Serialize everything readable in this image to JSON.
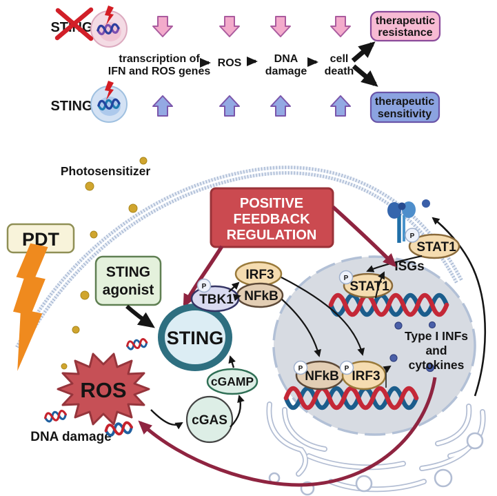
{
  "colors": {
    "maroon_arrow": "#8f2440",
    "feedback_box": "#cb4a50",
    "pink_arrow": "#f3abcb",
    "blue_arrow": "#93a9e3",
    "resistance_box": "#f7bad3",
    "sensitivity_box": "#8ba3e0",
    "ros_burst": "#c65056",
    "sting_circle_fill": "#dcedf4",
    "sting_ring": "#2e6f80",
    "mint": "#ddeee6",
    "tan": "#f5dcb0",
    "lavender": "#d9daf0",
    "nucleus": "#d7dbe2",
    "membrane": "#93a7c8",
    "photosensitizer_dot": "#d0a52e"
  },
  "top": {
    "sting_off": "STING",
    "sting_on": "STING",
    "step1": [
      "transcription of",
      "IFN and ROS genes"
    ],
    "step2": "ROS",
    "step3": [
      "DNA",
      "damage"
    ],
    "step4": [
      "cell",
      "death"
    ],
    "resistance": [
      "therapeutic",
      "resistance"
    ],
    "sensitivity": [
      "therapeutic",
      "sensitivity"
    ]
  },
  "pathway": {
    "photosensitizer": "Photosensitizer",
    "pdt": "PDT",
    "ros": "ROS",
    "dna_damage": "DNA damage",
    "sting_agonist": [
      "STING",
      "agonist"
    ],
    "sting": "STING",
    "feedback": [
      "POSITIVE",
      "FEEDBACK",
      "REGULATION"
    ],
    "tbk1": "TBK1",
    "irf3": "IRF3",
    "nfkb": "NFkB",
    "cgamp": "cGAMP",
    "cgas": "cGAS",
    "stat1_receptor": "STAT1",
    "stat1_nuclear": "STAT1",
    "isgs": "ISGs",
    "nfkb_nuclear": "NFkB",
    "irf3_nuclear": "IRF3",
    "type1_ifn": [
      "Type I INFs",
      "and",
      "cytokines"
    ],
    "p": "P"
  }
}
